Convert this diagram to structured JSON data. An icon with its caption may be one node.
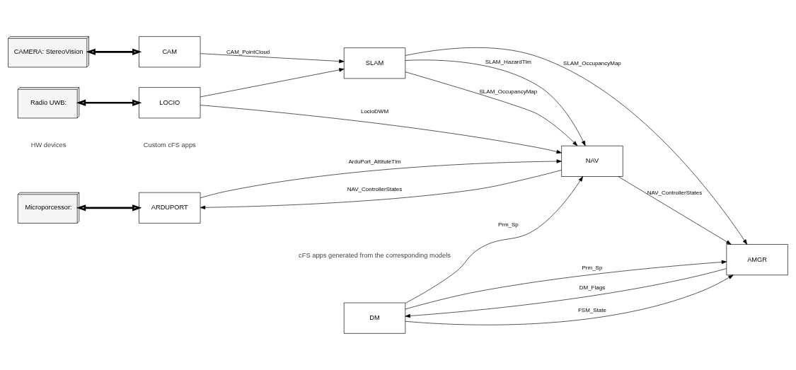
{
  "diagram": {
    "nodes": [
      {
        "text": [
          "Microporcessor:"
        ]
      },
      {
        "text": [
          "Radio UWB:"
        ]
      },
      {
        "text": [
          "CAMERA: StereoVision"
        ]
      },
      {
        "text": [
          "ARDUPORT"
        ]
      },
      {
        "text": [
          "LOCIO"
        ]
      },
      {
        "text": [
          "CAM"
        ]
      },
      {
        "text": [
          "NAV"
        ]
      },
      {
        "text": [
          "SLAM"
        ]
      },
      {
        "text": [
          "DM"
        ]
      },
      {
        "text": [
          "AMGR"
        ]
      }
    ],
    "edges": [
      {
        "from": 0,
        "to": 3,
        "arrow": "both",
        "style": "thick"
      },
      {
        "from": 1,
        "to": 4,
        "arrow": "both",
        "style": "thick"
      },
      {
        "from": 2,
        "to": 5,
        "arrow": "both",
        "style": "thick"
      },
      {
        "from": 6,
        "to": 3,
        "arrow": "to",
        "label": "NAV_ControllerStates"
      },
      {
        "from": 3,
        "to": 6,
        "arrow": "to",
        "label": "ArduPort_AttituteTlm"
      },
      {
        "from": 8,
        "to": 6,
        "arrow": "to",
        "label": "Prm_Sp"
      },
      {
        "from": 4,
        "to": 6,
        "arrow": "to",
        "label": "LocioDWM"
      },
      {
        "from": 4,
        "to": 7,
        "arrow": "to"
      },
      {
        "from": 7,
        "to": 6,
        "arrow": "to",
        "label": "SLAM_OccupancyMap"
      },
      {
        "from": 7,
        "to": 6,
        "arrow": "to",
        "label": "SLAM_HazardTlm"
      },
      {
        "from": 6,
        "to": 9,
        "arrow": "to",
        "label": "NAV_ControllerStates"
      },
      {
        "from": 9,
        "to": 8,
        "arrow": "to",
        "label": "DM_Flags"
      },
      {
        "from": 8,
        "to": 9,
        "arrow": "to",
        "label": "FSM_State"
      },
      {
        "from": 8,
        "to": 9,
        "arrow": "to",
        "label": "Prm_Sp"
      },
      {
        "from": 5,
        "to": 7,
        "arrow": "to",
        "label": "CAM_PointCloud"
      },
      {
        "from": 7,
        "to": 9,
        "arrow": "to",
        "label": "SLAM_OccupancyMap"
      }
    ],
    "labels": [
      "HW devices",
      "Custom cFS apps",
      "cFS apps generated from the corresponding models"
    ]
  }
}
